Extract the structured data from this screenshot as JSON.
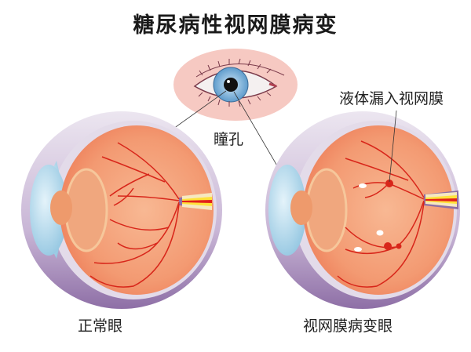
{
  "title": "糖尿病性视网膜病变",
  "labels": {
    "pupil": "瞳孔",
    "leak": "液体漏入视网膜",
    "normal_eye": "正常眼",
    "diseased_eye": "视网膜病变眼"
  },
  "icons": {
    "eye_front": "eye-front-view",
    "normal_eyeball": "eyeball-cross-section-normal",
    "diseased_eyeball": "eyeball-cross-section-retinopathy"
  },
  "colors": {
    "retina": "#f4a07a",
    "vessel": "#d8261a",
    "sclera_shell": "#c8b4d4",
    "cornea": "#a9d4ea",
    "lens": "#f0a070",
    "optic_nerve_yellow": "#ffe23a",
    "exudate": "#ffffff",
    "eyelid_bg": "#f6c8c0",
    "iris": "#7fb4dc"
  }
}
